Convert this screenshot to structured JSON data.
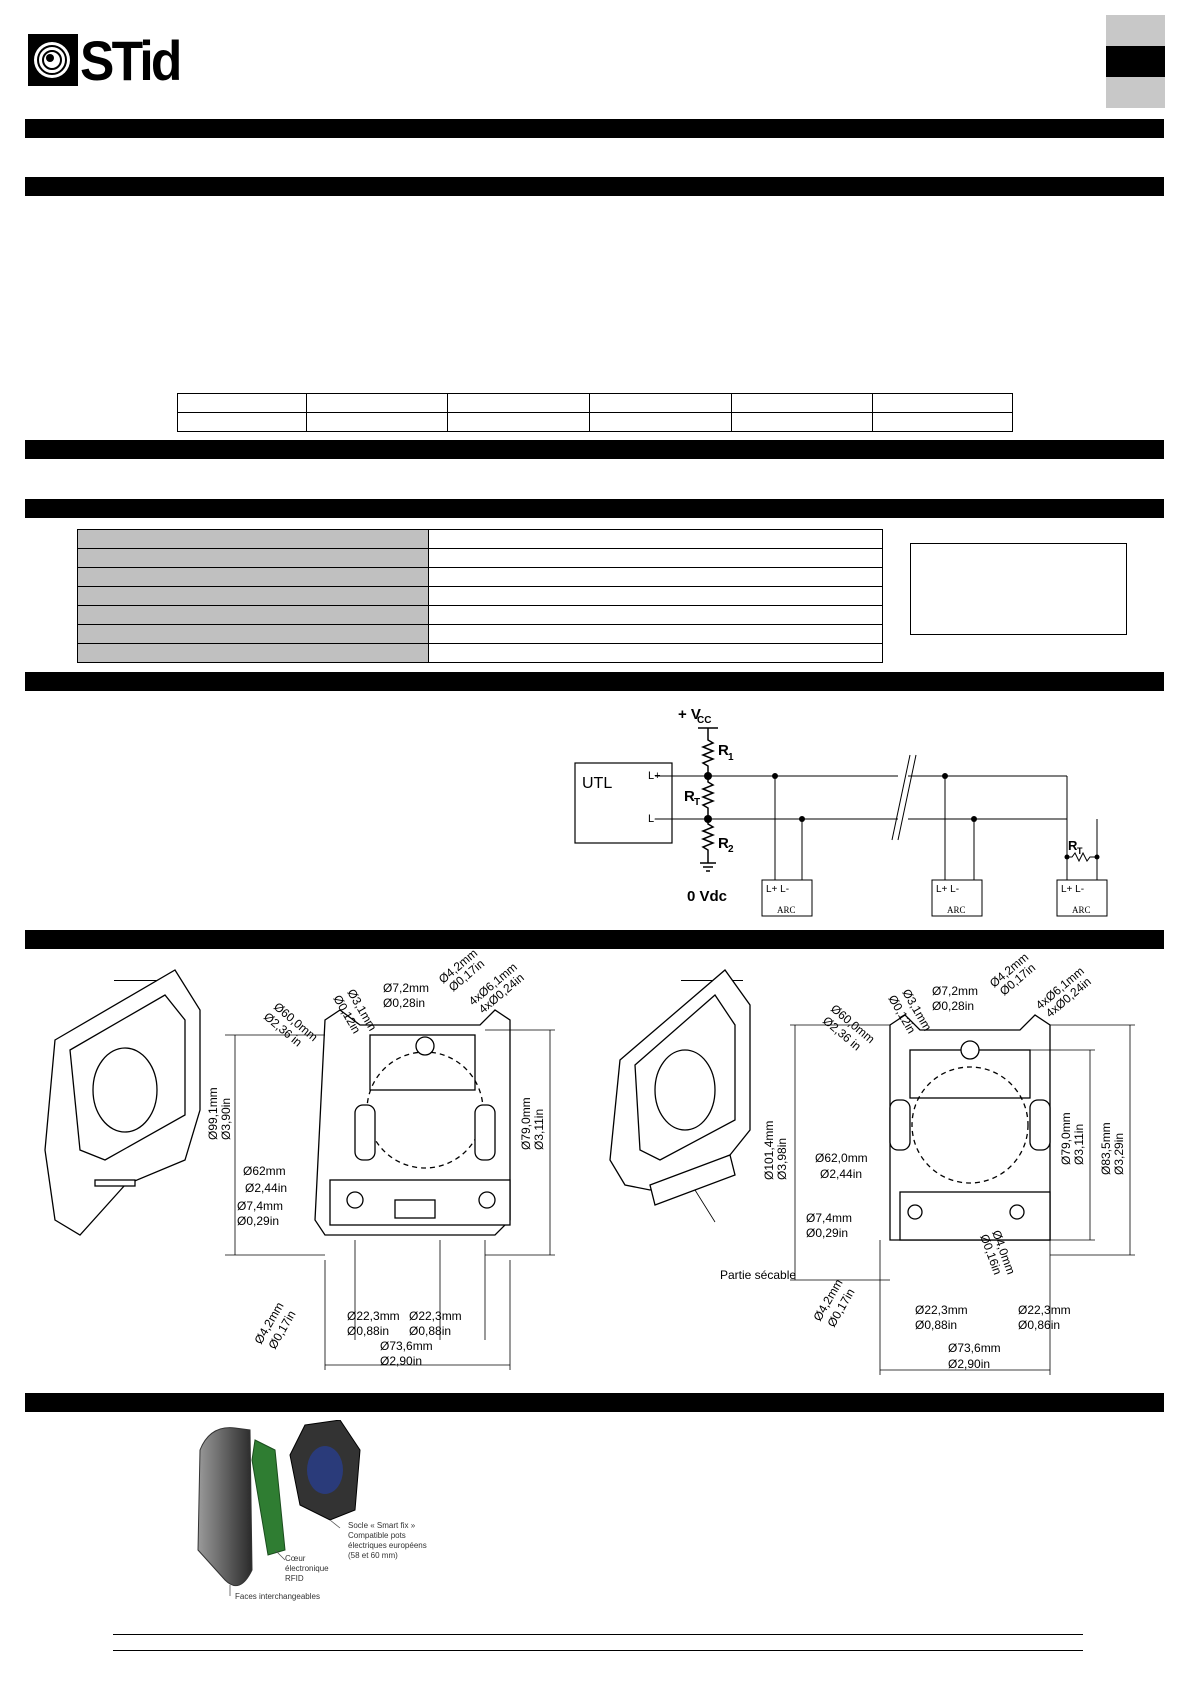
{
  "brand": {
    "logo_text": "STid"
  },
  "side_tabs": [
    {
      "color": "#c8c8c8"
    },
    {
      "color": "#000000"
    },
    {
      "color": "#c8c8c8"
    }
  ],
  "wiring": {
    "vcc_label": "+ V",
    "vcc_sub": "CC",
    "r1": "R",
    "r1_sub": "1",
    "rt": "R",
    "rt_sub": "T",
    "r2": "R",
    "r2_sub": "2",
    "ground": "0 Vdc",
    "utl": "UTL",
    "l_plus": "L+",
    "l_minus": "L-",
    "arc": "ARC",
    "node_terms": "L+  L-"
  },
  "dimensions_left": {
    "d1": "Ø3,1mm",
    "d1b": "Ø0,12in",
    "d2": "Ø7,2mm",
    "d2b": "Ø0,28in",
    "d3": "Ø4,2mm",
    "d3b": "Ø0,17in",
    "d4": "4xØ6,1mm",
    "d4b": "4xØ0,24in",
    "d5": "Ø60,0mm",
    "d5b": "Ø2,36 in",
    "h1": "Ø99,1mm",
    "h1b": "Ø3,90in",
    "d6": "Ø62mm",
    "d6b": "Ø2,44in",
    "h2": "Ø79,0mm",
    "h2b": "Ø3,11in",
    "d7": "Ø7,4mm",
    "d7b": "Ø0,29in",
    "d8": "Ø4,2mm",
    "d8b": "Ø0,17in",
    "w1": "Ø22,3mm",
    "w1b": "Ø0,88in",
    "w2": "Ø22,3mm",
    "w2b": "Ø0,88in",
    "w3": "Ø73,6mm",
    "w3b": "Ø2,90in"
  },
  "dimensions_right": {
    "d1": "Ø3,1mm",
    "d1b": "Ø0,12in",
    "d2": "Ø7,2mm",
    "d2b": "Ø0,28in",
    "d3": "Ø4,2mm",
    "d3b": "Ø0,17in",
    "d4": "4xØ6,1mm",
    "d4b": "4xØ0,24in",
    "d5": "Ø60,0mm",
    "d5b": "Ø2,36 in",
    "h1": "Ø101,4mm",
    "h1b": "Ø3,98in",
    "d6": "Ø62,0mm",
    "d6b": "Ø2,44in",
    "h2": "Ø79,0mm",
    "h2b": "Ø3,11in",
    "h3": "Ø83,5mm",
    "h3b": "Ø3,29in",
    "d7": "Ø7,4mm",
    "d7b": "Ø0,29in",
    "d8": "Ø4,2mm",
    "d8b": "Ø0,17in",
    "d9": "Ø4,0mm",
    "d9b": "Ø0,16in",
    "w1": "Ø22,3mm",
    "w1b": "Ø0,88in",
    "w2": "Ø22,3mm",
    "w2b": "Ø0,86in",
    "w3": "Ø73,6mm",
    "w3b": "Ø2,90in",
    "breakable": "Partie sécable"
  },
  "exploded": {
    "base_label": "Socle « Smart fix »",
    "base_l2": "Compatible pots",
    "base_l3": "électriques européens",
    "base_l4": "(58 et 60 mm)",
    "core_l1": "Cœur",
    "core_l2": "électronique",
    "core_l3": "RFID",
    "faces": "Faces interchangeables"
  }
}
